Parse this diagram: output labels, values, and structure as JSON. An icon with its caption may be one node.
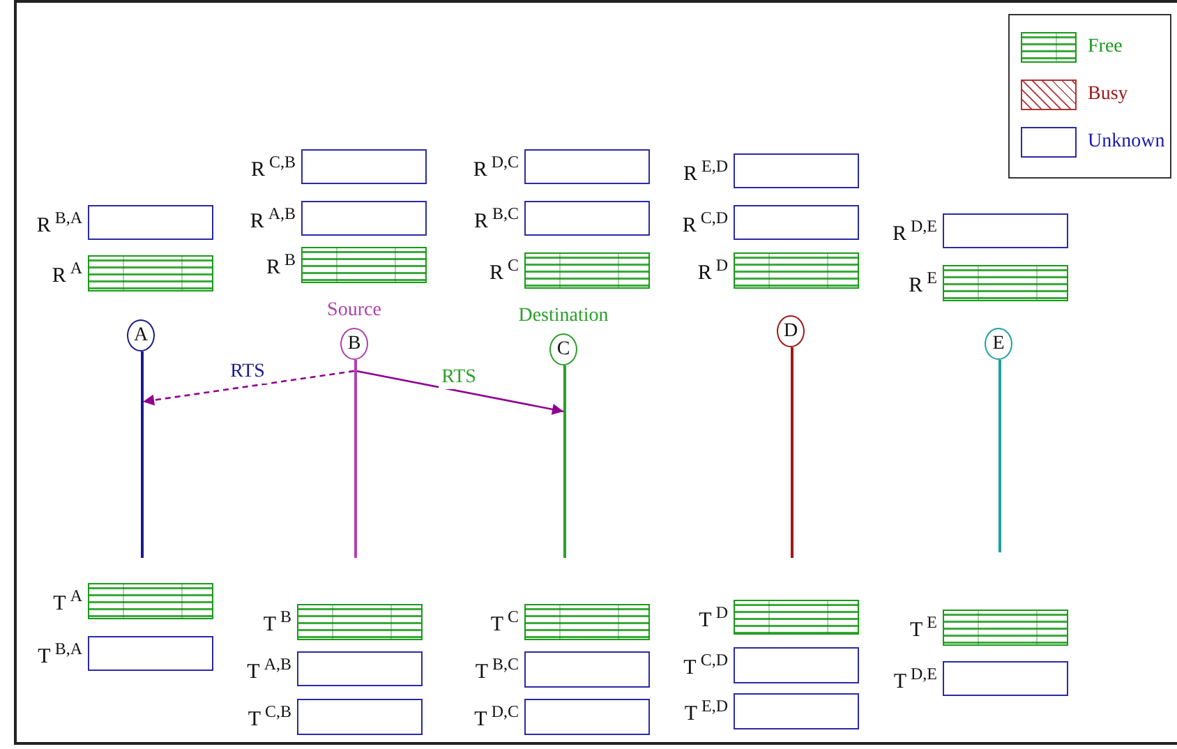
{
  "diagram": {
    "nodes": [
      {
        "text": [
          "R$^{B,A}$"
        ]
      },
      {
        "text": [
          "R$^{A}$"
        ]
      },
      {
        "text": [
          "R$^{C,B}$"
        ]
      },
      {
        "text": [
          "R$^{A,B}$"
        ]
      },
      {
        "text": [
          "R$^{B}$"
        ]
      },
      {
        "text": [
          "R$^{D,C}$"
        ]
      },
      {
        "text": [
          "R$^{B,C}$"
        ]
      },
      {
        "text": [
          "R$^{C}$"
        ]
      },
      {
        "text": [
          "R$^{E,D}$"
        ]
      },
      {
        "text": [
          "R$^{C,D}$"
        ]
      },
      {
        "text": [
          "R$^{D}$"
        ]
      },
      {
        "text": [
          "R$^{D,E}$"
        ]
      },
      {
        "text": [
          "R$^{E}$"
        ]
      },
      {
        "text": [
          "A"
        ]
      },
      {
        "text": [
          "B"
        ],
        "beside": [
          "Source"
        ]
      },
      {
        "text": [
          "C"
        ],
        "beside": [
          "Destination"
        ]
      },
      {
        "text": [
          "D"
        ]
      },
      {
        "text": [
          "E"
        ]
      },
      {
        "text": [],
        "shape": "line"
      },
      {
        "text": [],
        "shape": "line"
      },
      {
        "text": [],
        "shape": "line"
      },
      {
        "text": [],
        "shape": "line"
      },
      {
        "text": [],
        "shape": "line"
      },
      {
        "text": [
          "T$^{A}$"
        ]
      },
      {
        "text": [
          "T$^{B,A}$"
        ]
      },
      {
        "text": [
          "T$^{B}$"
        ]
      },
      {
        "text": [
          "T$^{A,B}$"
        ]
      },
      {
        "text": [
          "T$^{C,B}$"
        ]
      },
      {
        "text": [
          "T$^{C}$"
        ]
      },
      {
        "text": [
          "T$^{B,C}$"
        ]
      },
      {
        "text": [
          "T$^{D,C}$"
        ]
      },
      {
        "text": [
          "T$^{D}$"
        ]
      },
      {
        "text": [
          "T$^{C,D}$"
        ]
      },
      {
        "text": [
          "T$^{E,D}$"
        ]
      },
      {
        "text": [
          "T$^{E}$"
        ]
      },
      {
        "text": [
          "T$^{D,E}$"
        ]
      }
    ],
    "edges": [
      {
        "from": 19,
        "to": 18,
        "arrow": "to",
        "label": "RTS",
        "style": "dashed"
      },
      {
        "from": 19,
        "to": 20,
        "arrow": "to",
        "label": "RTS"
      }
    ],
    "legend": [
      {
        "text": "Free"
      },
      {
        "text": "Busy"
      },
      {
        "text": "Unknown"
      }
    ]
  }
}
